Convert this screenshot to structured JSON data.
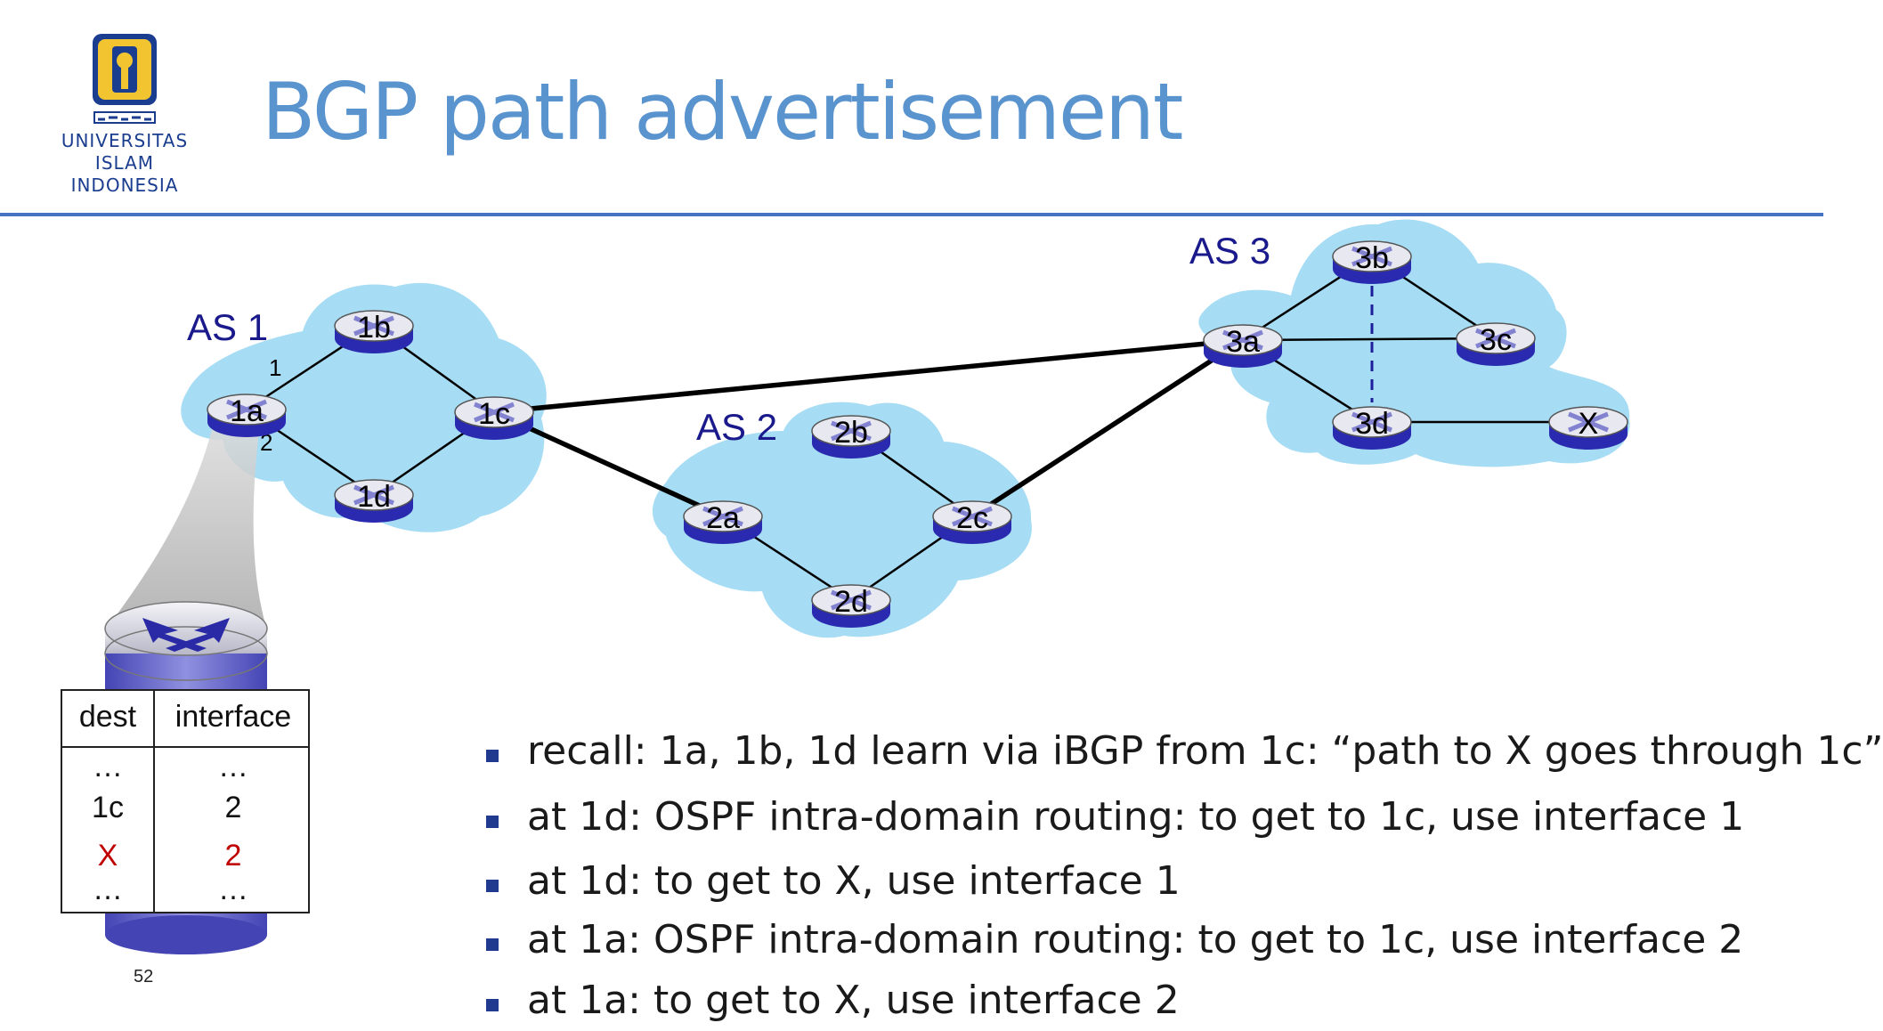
{
  "header": {
    "title": "BGP path advertisement",
    "logo_line1": "UNIVERSITAS",
    "logo_line2": "ISLAM",
    "logo_line3": "INDONESIA"
  },
  "diagram": {
    "as_labels": {
      "as1": "AS 1",
      "as2": "AS 2",
      "as3": "AS 3"
    },
    "routers": {
      "r1a": "1a",
      "r1b": "1b",
      "r1c": "1c",
      "r1d": "1d",
      "r2a": "2a",
      "r2b": "2b",
      "r2c": "2c",
      "r2d": "2d",
      "r3a": "3a",
      "r3b": "3b",
      "r3c": "3c",
      "r3d": "3d",
      "rx": "X"
    },
    "interface_labels": {
      "if1": "1",
      "if2": "2"
    },
    "colors": {
      "as_cloud": "#a6dcf4",
      "router_blue": "#1e1e9c",
      "link": "#000000",
      "title": "#5a94cf"
    }
  },
  "table": {
    "headers": {
      "dest": "dest",
      "interface": "interface"
    },
    "rows": [
      {
        "dest": "…",
        "iface": "…"
      },
      {
        "dest": "1c",
        "iface": "2"
      },
      {
        "dest": "X",
        "iface": "2"
      },
      {
        "dest": "…",
        "iface": "…"
      }
    ],
    "highlight_color": "#c00000"
  },
  "bullets": [
    "recall: 1a, 1b, 1d learn via iBGP from 1c: “path to X goes through 1c”",
    "at 1d: OSPF intra-domain routing: to get to 1c, use  interface 1",
    "at 1d: to get to X, use  interface 1",
    "at 1a: OSPF intra-domain routing: to get to 1c, use  interface 2",
    "at 1a: to get to X, use  interface 2"
  ],
  "page_number": "52"
}
